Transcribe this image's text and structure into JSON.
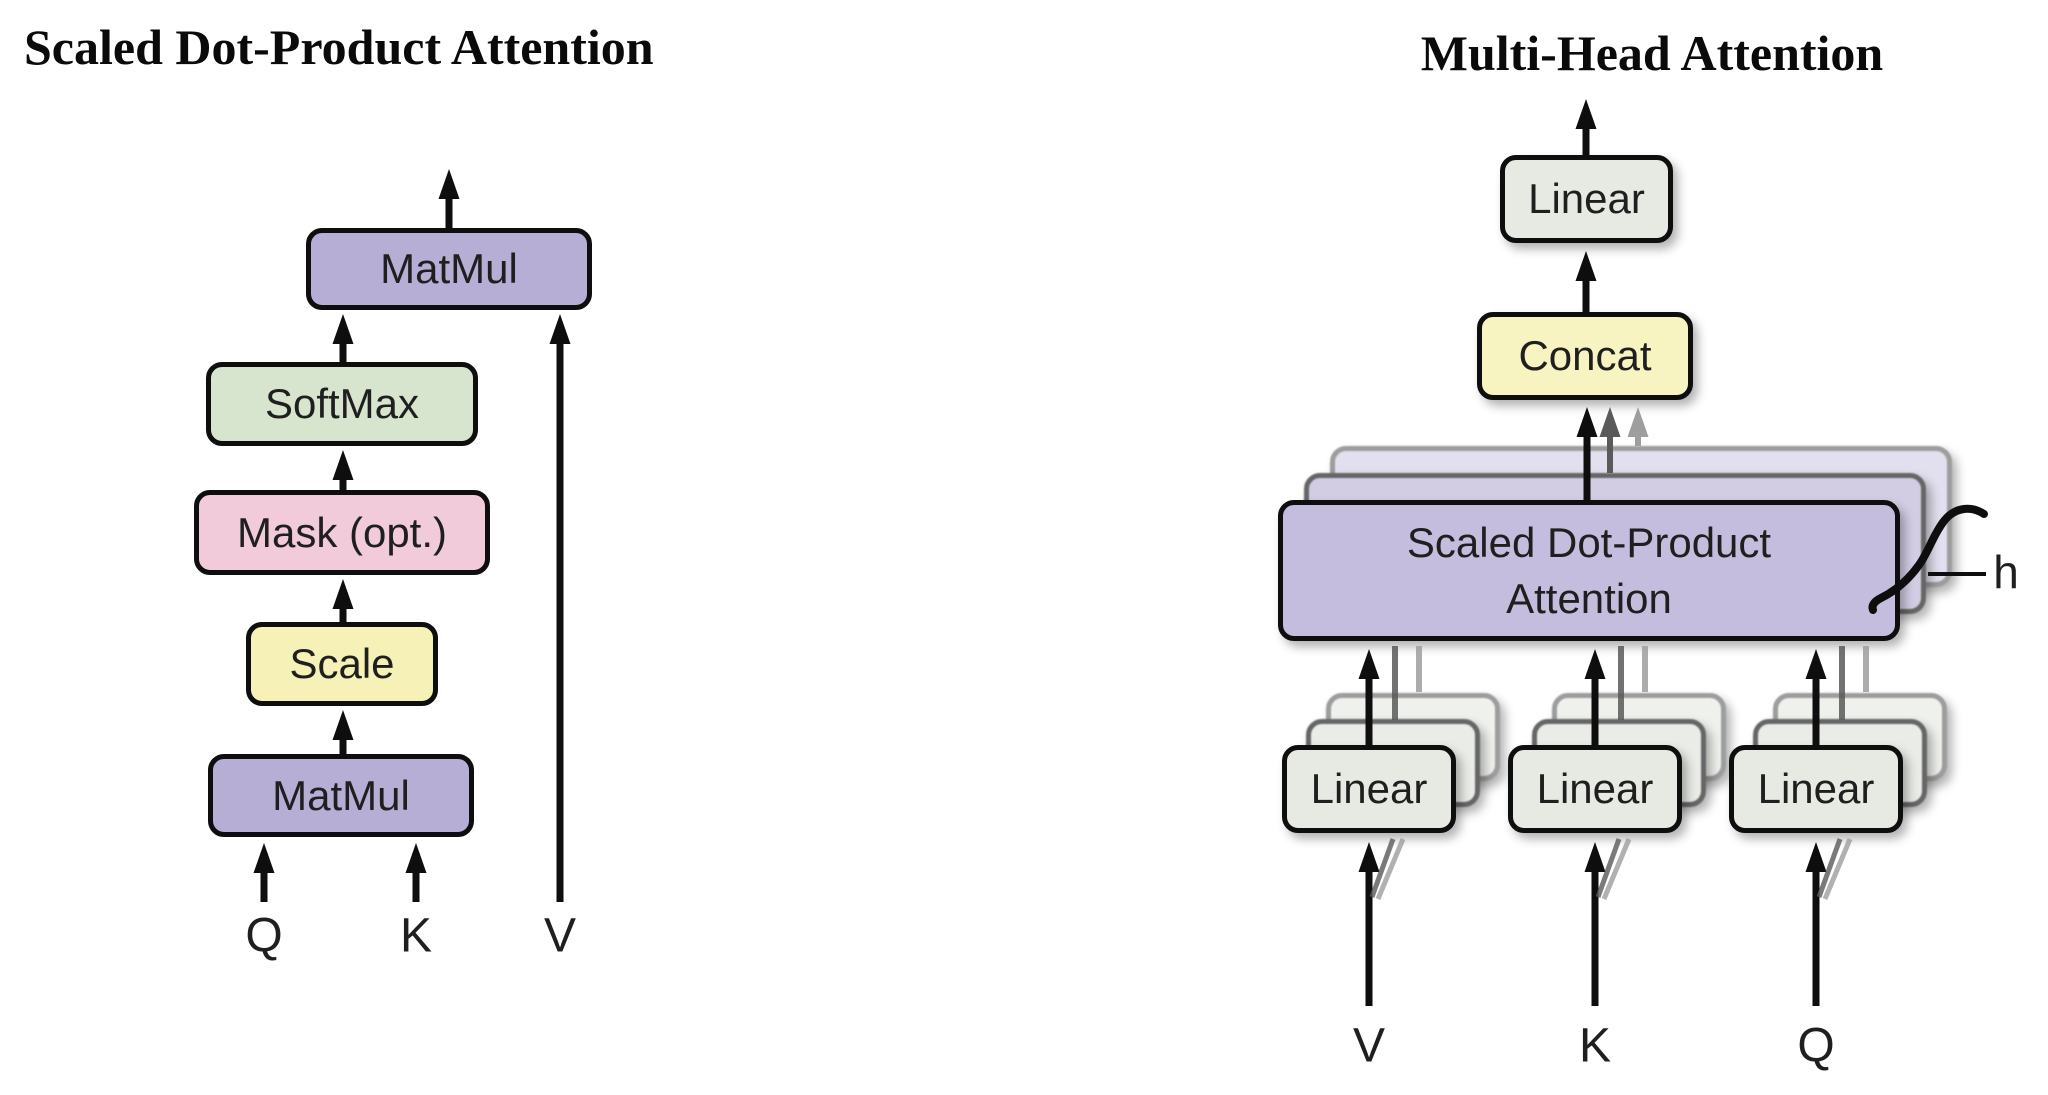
{
  "colors": {
    "ink": "#0e0e0e",
    "text": "#1f1f1f",
    "purple": "#b7aed6",
    "sdpa-purple": "#c5bddd",
    "green": "#d7e5ce",
    "pink": "#f2cbdb",
    "yellow": "#f5f1b7",
    "concat-yellow": "#f8f4c2",
    "linear-gray": "#e7eae3",
    "ghost-mid-fill": "#d3cde4",
    "ghost-mid-border": "#666666",
    "ghost-back-fill": "#e2dfee",
    "ghost-back-border": "#9d9d9d",
    "linear-ghost-mid-fill": "#e9ece7",
    "linear-ghost-back-fill": "#eff1ed",
    "arrow-gray": "#5a5a5a",
    "arrow-light": "#9e9e9e"
  },
  "left_diagram": {
    "title": "Scaled Dot-Product Attention",
    "boxes": {
      "matmul_top": "MatMul",
      "softmax": "SoftMax",
      "mask": "Mask (opt.)",
      "scale": "Scale",
      "matmul_bottom": "MatMul"
    },
    "inputs": {
      "q": "Q",
      "k": "K",
      "v": "V"
    }
  },
  "right_diagram": {
    "title": "Multi-Head Attention",
    "boxes": {
      "linear_out": "Linear",
      "concat": "Concat",
      "linear_v": "Linear",
      "linear_k": "Linear",
      "linear_q": "Linear"
    },
    "sdpa": {
      "line1": "Scaled Dot-Product",
      "line2": "Attention"
    },
    "inputs": {
      "v": "V",
      "k": "K",
      "q": "Q"
    },
    "heads_label": "h"
  }
}
